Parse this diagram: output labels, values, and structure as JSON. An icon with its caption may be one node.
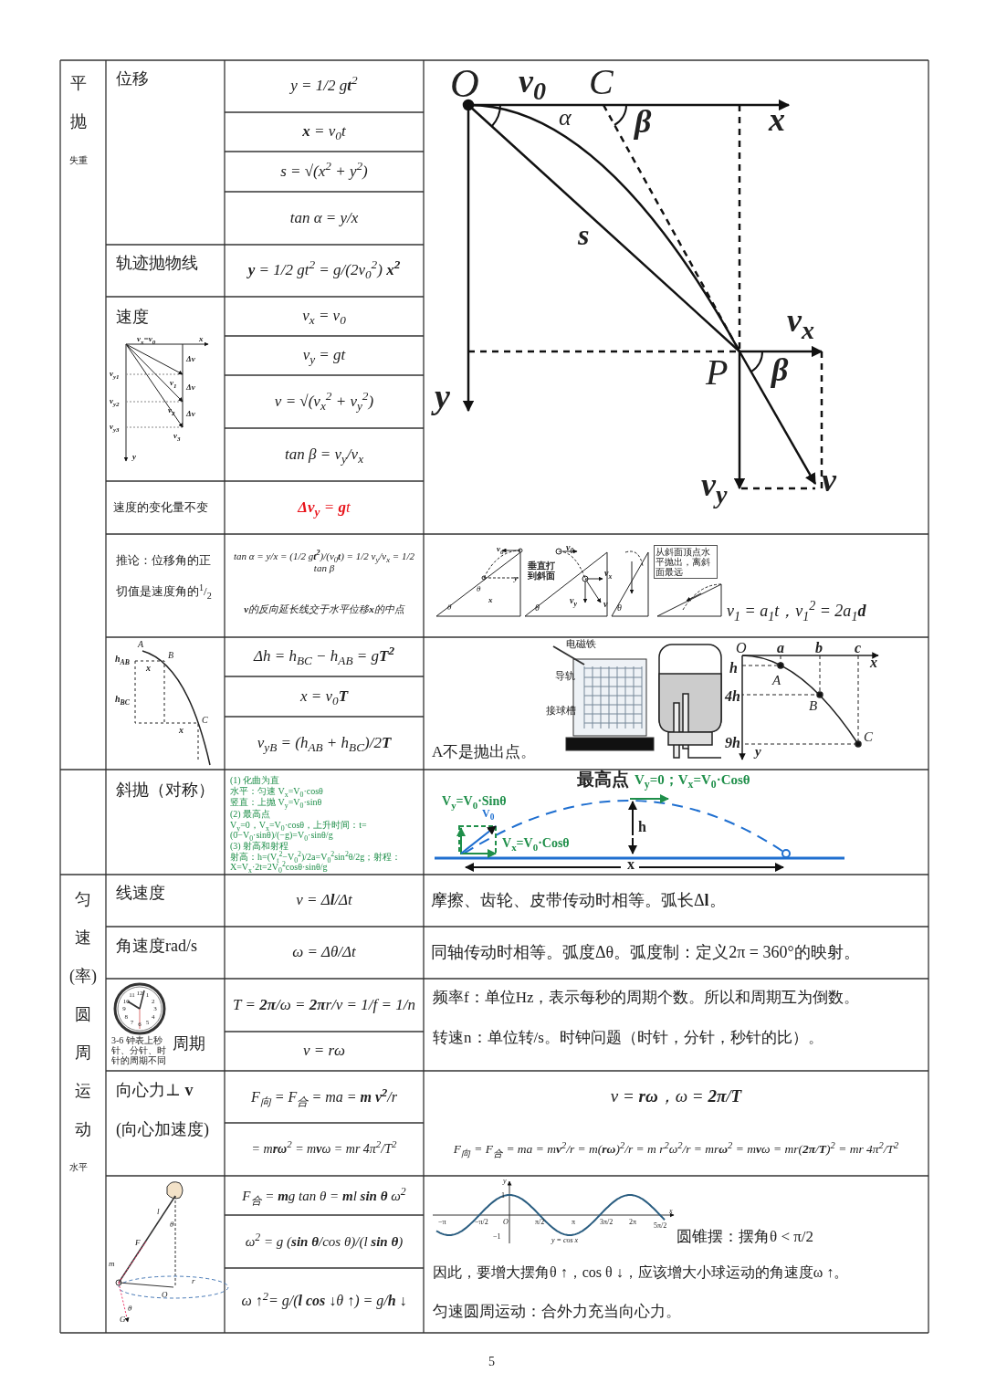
{
  "diagram": {
    "labels": [
      "平抛",
      "失重",
      "位移",
      "y = 1/2 g**t**$^{2}$",
      "**x** = v$_{0}$t",
      "s = √(x$^{2}$ + y$^{2}$)",
      "tan α = y/x",
      "O",
      "v$_{0}$",
      "α",
      "C",
      "β",
      "x",
      "s",
      "v$_{x}$",
      "P",
      "β",
      "y",
      "v$_{y}$",
      "v",
      "轨迹抛物线",
      "**y** = 1/2 gt$^{2}$ = g/(2v$_{0}$$^{2}$) **x$^{2}$**",
      "速度",
      "v$_{x}$=v$_{0}$",
      "x",
      "Δv",
      "v$_{y1}$",
      "v$_{1}$",
      "Δv",
      "v$_{y2}$",
      "v$_{2}$",
      "Δv",
      "v$_{y3}$",
      "v$_{3}$",
      "y",
      "v$_{x}$ = v$_{0}$",
      "v$_{y}$ = gt",
      "v = √(v$_{x}$$^{2}$ + v$_{y}$$^{2}$)",
      "tan β = v$_{y}$/v$_{x}$",
      "速度的变化量不变",
      "**Δv$_{y}$** = **g**t",
      "推论：位移角的正切值是速度角的$^{1}$/$_{2}$",
      "tan α = y/x = (1/2 g**t$^{2}$**)/(v$_{0}$**t**) = 1/2 v$_{y}$/v$_{x}$ = 1/2 tan β",
      "**v**的反向延长线交于水平位移**x**的中点",
      "v$_{0}$",
      "y",
      "θ",
      "x",
      "θ",
      "v$_{0}$",
      "垂直打到斜面",
      "θ",
      "v$_{x}$",
      "v$_{y}$",
      "v",
      "θ",
      "从斜面顶点水平抛出，离斜面最远",
      "v$_{1}$ = a$_{1}$t，v$_{1}$$^{2}$ = 2a$_{1}$**d**",
      "A",
      "h$_{AB}$",
      "B",
      "x",
      "h$_{BC}$",
      "x",
      "C",
      "Δh = h$_{BC}$ − h$_{AB}$ = g**T$^{2}$**",
      "x = v$_{0}$**T**",
      "v$_{yB}$ = (h$_{AB}$ + h$_{BC}$)/2**T**",
      "电磁铁",
      "导轨",
      "接球槽",
      "A不是抛出点。",
      "O",
      "a",
      "b",
      "c",
      "x",
      "h",
      "A",
      "4h",
      "B",
      "9h",
      "y",
      "C",
      "斜抛（对称）",
      "(1) 化曲为直",
      "水平：匀速 V$_{x}$=V$_{0}$·cosθ",
      "竖直：上抛 V$_{y}$=V$_{0}$·sinθ",
      "(2) 最高点",
      "V$_{y}$=0，V$_{x}$=V$_{0}$·cosθ，上升时间：t=(0−V$_{0}$·sinθ)/(−g)=V$_{0}$·sinθ/g",
      "(3) 射高和射程",
      "射高：h=(V$_{t}$$^{2}$−V$_{0}$$^{2}$)/2a=V$_{0}$$^{2}$sin$^{2}$θ/2g；射程：X=V$_{x}$·2t=2V$_{0}$$^{2}$cosθ·sinθ/g",
      "最高点",
      "V$_{y}$=0；V$_{x}$=V$_{0}$·Cosθ",
      "V$_{y}$=V$_{0}$·Sinθ",
      "V$_{0}$",
      "V$_{x}$=V$_{0}$·Cosθ",
      "h",
      "x",
      "匀速(率)圆周运动",
      "水平",
      "线速度",
      "v = Δ**l**/Δt",
      "摩擦、齿轮、皮带传动时相等。弧长Δ**l**。",
      "角速度rad/s",
      "ω = Δθ/Δt",
      "同轴传动时相等。弧度Δθ。弧度制：定义2π = 360°的映射。",
      "12",
      "1",
      "2",
      "3",
      "4",
      "5",
      "6",
      "7",
      "8",
      "9",
      "10",
      "11",
      "3-6 钟表上秒针、分针、时针的周期不同",
      "周期",
      "T = **2π**/ω = **2π**r/v = 1/f = 1/n",
      "v = rω",
      "频率f：单位Hz，表示每秒的周期个数。所以和周期互为倒数。",
      "转速n：单位转/s。时钟问题（时针，分针，秒针的比）。",
      "向心力⊥ **v**",
      "(向心加速度)",
      "F$_{向}$ = F$_{合}$ = ma = **m v$^{2}$**/r",
      "= m**rω**$^{2}$ = m**v**ω = mr 4π$^{2}$/T$^{2}$",
      "v = **rω**，ω = **2π**/**T**",
      "F$_{向}$ = F$_{合}$ = ma = m**v**$^{2}$/r = m(**rω**)$^{2}$/r = m r$^{2}$ω$^{2}$/r = mr**ω**$^{2}$ = m**v**ω = mr(**2π**/**T**)$^{2}$ = mr 4π$^{2}$/T$^{2}$",
      "l",
      "θ",
      "F",
      "m",
      "O",
      "r",
      "θ",
      "G",
      "F$_{合}$ = **m**g tan θ = **m**l **sin θ** ω$^{2}$",
      "ω$^{2}$ = g (**sin θ**/cos θ)/(l **sin θ**)",
      "ω ↑$^{2}$= g/(**l cos** ↓θ ↑) = g/**h** ↓",
      "y",
      "1",
      "−π",
      "−π/2",
      "O",
      "π/2",
      "π",
      "3π/2",
      "2π",
      "5π/2",
      "x",
      "−1",
      "y = cos x",
      "圆锥摆：摆角θ < π/2",
      "因此，要增大摆角θ ↑，cos θ ↓，应该增大小球运动的角速度ω ↑。",
      "匀速圆周运动：合外力充当向心力。",
      "5"
    ]
  }
}
